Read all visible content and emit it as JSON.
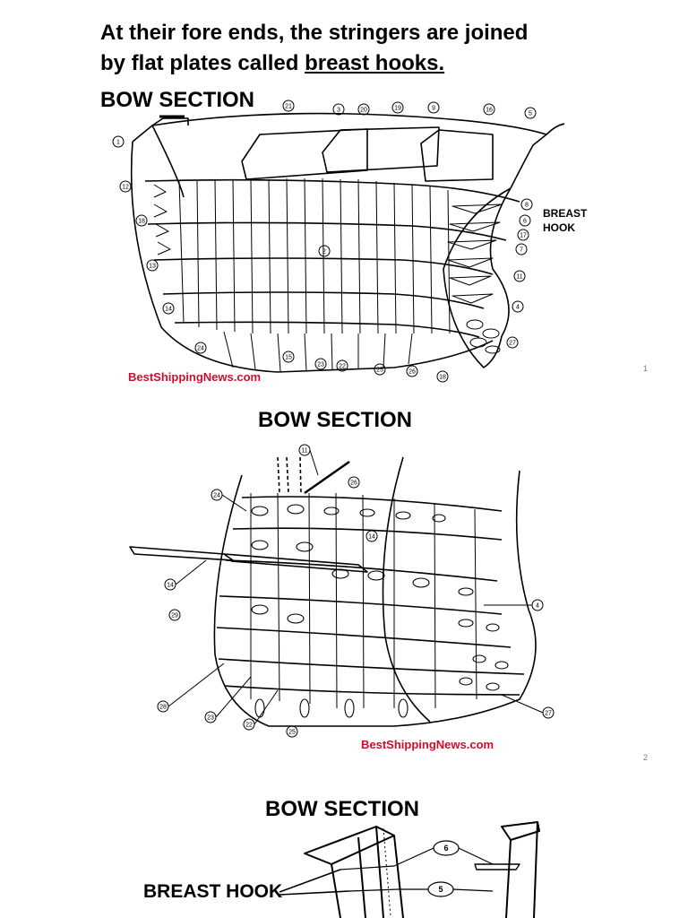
{
  "heading": {
    "line1": "At their  fore ends, the stringers are joined",
    "line2_prefix": "by flat plates called ",
    "line2_link": "breast hooks."
  },
  "sections": [
    {
      "title": "BOW SECTION",
      "page": "1",
      "watermark": "BestShippingNews.com",
      "callout_line1": "BREAST",
      "callout_line2": "HOOK",
      "labels": [
        "1",
        "12",
        "18",
        "13",
        "14",
        "24",
        "15",
        "23",
        "22",
        "25",
        "26",
        "18",
        "27",
        "4",
        "11",
        "7",
        "17",
        "6",
        "8",
        "5",
        "16",
        "9",
        "19",
        "20",
        "3",
        "21",
        "2"
      ]
    },
    {
      "title": "BOW SECTION",
      "page": "2",
      "watermark": "BestShippingNews.com",
      "labels": [
        "11",
        "26",
        "24",
        "14",
        "14",
        "29",
        "4",
        "28",
        "23",
        "22",
        "25",
        "27"
      ]
    },
    {
      "title": "BOW SECTION",
      "callout": "BREAST HOOK",
      "labels": [
        "6",
        "5"
      ]
    }
  ]
}
